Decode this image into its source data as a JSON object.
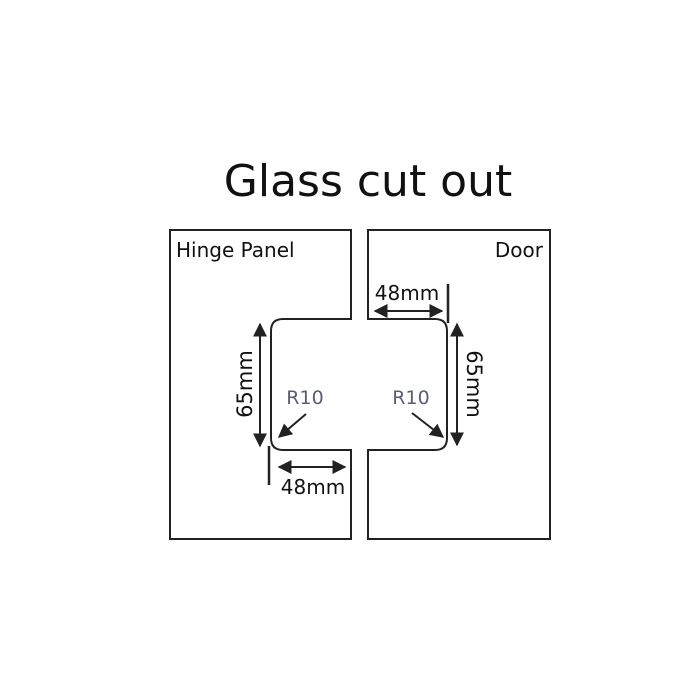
{
  "title": "Glass cut out",
  "hinge_panel": {
    "label": "Hinge Panel",
    "width_dim": "48mm",
    "height_dim": "65mm",
    "radius": "R10"
  },
  "door": {
    "label": "Door",
    "width_dim": "48mm",
    "height_dim": "65mm",
    "radius": "R10"
  },
  "colors": {
    "line": "#222222",
    "radius_text": "#5a5f75"
  }
}
